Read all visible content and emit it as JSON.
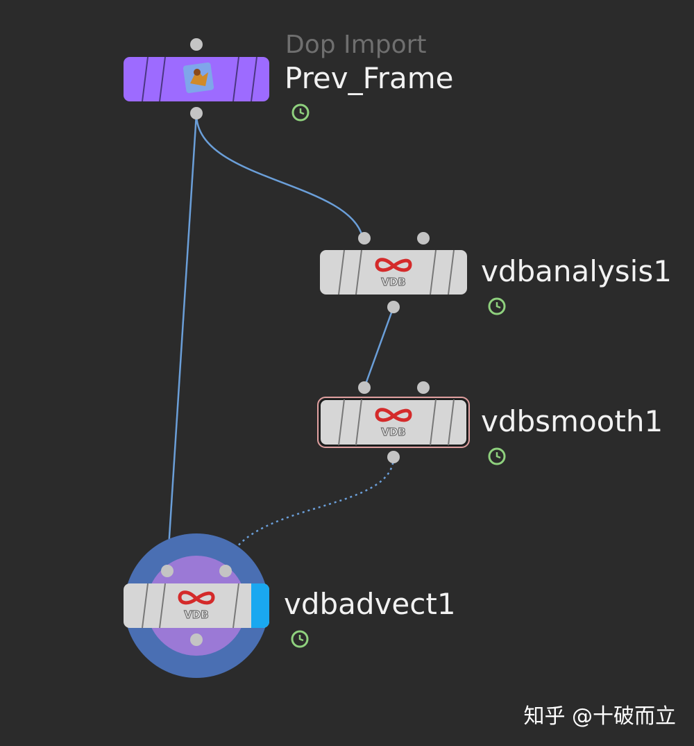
{
  "network": {
    "nodes": [
      {
        "id": "prev_frame",
        "type_label": "Dop Import",
        "name": "Prev_Frame",
        "icon": "dop-import-icon",
        "color": "#9d6bff",
        "time_dependent": true
      },
      {
        "id": "vdbanalysis1",
        "type_label": "",
        "name": "vdbanalysis1",
        "icon": "vdb-icon",
        "color": "#d6d6d6",
        "time_dependent": true
      },
      {
        "id": "vdbsmooth1",
        "type_label": "",
        "name": "vdbsmooth1",
        "icon": "vdb-icon",
        "color": "#d6d6d6",
        "time_dependent": true,
        "selected_outline": "#e0a0a0"
      },
      {
        "id": "vdbadvect1",
        "type_label": "",
        "name": "vdbadvect1",
        "icon": "vdb-icon",
        "color": "#d6d6d6",
        "time_dependent": true,
        "display_flag": true,
        "display_flag_color": "#1aa8f0"
      }
    ],
    "vdb_icon_text": "VDB",
    "wire_color": "#6b9fd9",
    "time_badge_color": "#8fd17e"
  },
  "watermark": "知乎 @十破而立"
}
